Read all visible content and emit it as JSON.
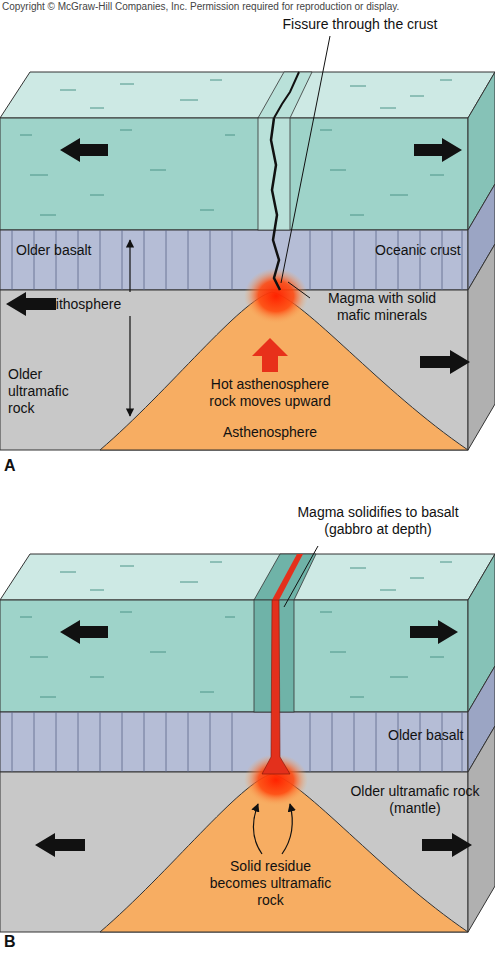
{
  "diagram": {
    "labels": [
      "Copyright © McGraw-Hill Companies, Inc. Permission required for reproduction or display.",
      "Fissure through the crust",
      "Older basalt",
      "Oceanic crust",
      "Lithosphere",
      "Magma with solid mafic minerals",
      "Older ultramafic rock",
      "Hot asthenosphere rock moves upward",
      "Asthenosphere",
      "A",
      "Magma solidifies to basalt (gabbro at depth)",
      "Older basalt",
      "Older ultramafic rock (mantle)",
      "Solid residue becomes ultramafic rock",
      "B"
    ]
  }
}
